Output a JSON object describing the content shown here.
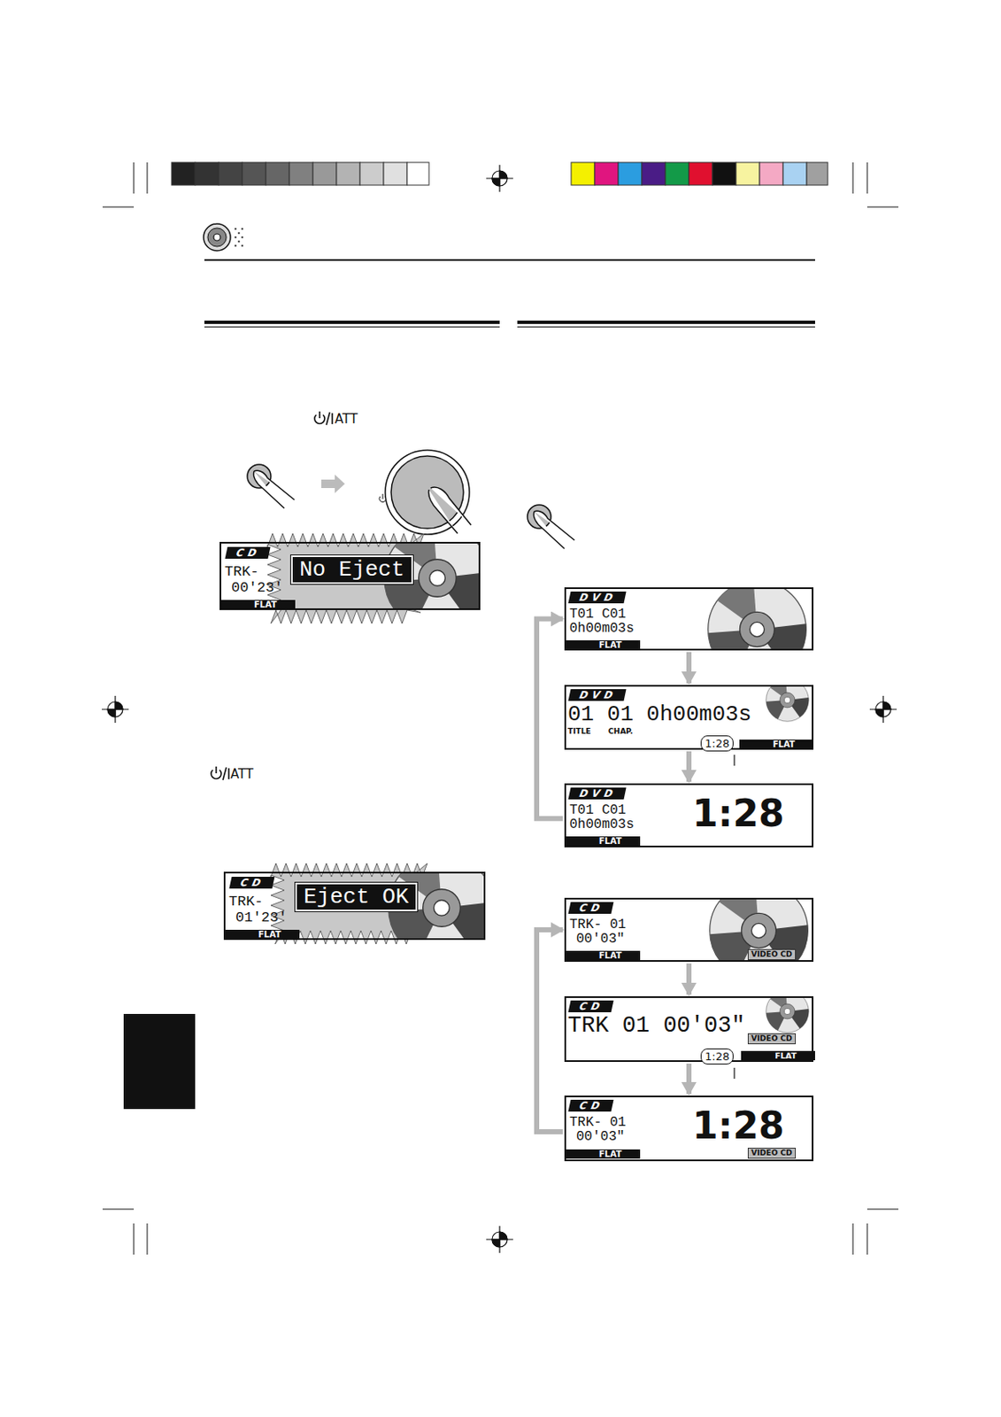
{
  "diagram": {
    "nodes": [
      {
        "text": [
          "CD",
          "TRK-",
          "00'23'",
          "No Eject",
          "FLAT"
        ]
      },
      {
        "text": [
          "CD",
          "TRK-",
          "01'23'",
          "Eject OK",
          "FLAT"
        ]
      },
      {
        "text": [
          "DVD",
          "T01 C01",
          "0h00m03s",
          "FLAT"
        ]
      },
      {
        "text": [
          "DVD",
          "01 01 0h00m03s",
          "TITLE",
          "CHAP.",
          "1:28",
          "FLAT"
        ]
      },
      {
        "text": [
          "DVD",
          "T01 C01",
          "0h00m03s",
          "1:28",
          "FLAT"
        ]
      },
      {
        "text": [
          "CD",
          "TRK- 01",
          "00'03\"",
          "FLAT",
          "VIDEO CD"
        ]
      },
      {
        "text": [
          "CD",
          "TRK 01 00'03\"",
          "1:28",
          "VIDEO CD",
          "FLAT"
        ]
      },
      {
        "text": [
          "CD",
          "TRK- 01",
          "00'03\"",
          "1:28",
          "FLAT",
          "VIDEO CD"
        ]
      }
    ],
    "edges": [
      {
        "from": 2,
        "to": 3,
        "arrow": "to"
      },
      {
        "from": 3,
        "to": 4,
        "arrow": "to"
      },
      {
        "from": 4,
        "to": 2,
        "arrow": "to"
      },
      {
        "from": 5,
        "to": 6,
        "arrow": "to"
      },
      {
        "from": 6,
        "to": 7,
        "arrow": "to"
      },
      {
        "from": 7,
        "to": 5,
        "arrow": "to"
      }
    ],
    "labels": [
      "ATT",
      "ATT"
    ]
  }
}
